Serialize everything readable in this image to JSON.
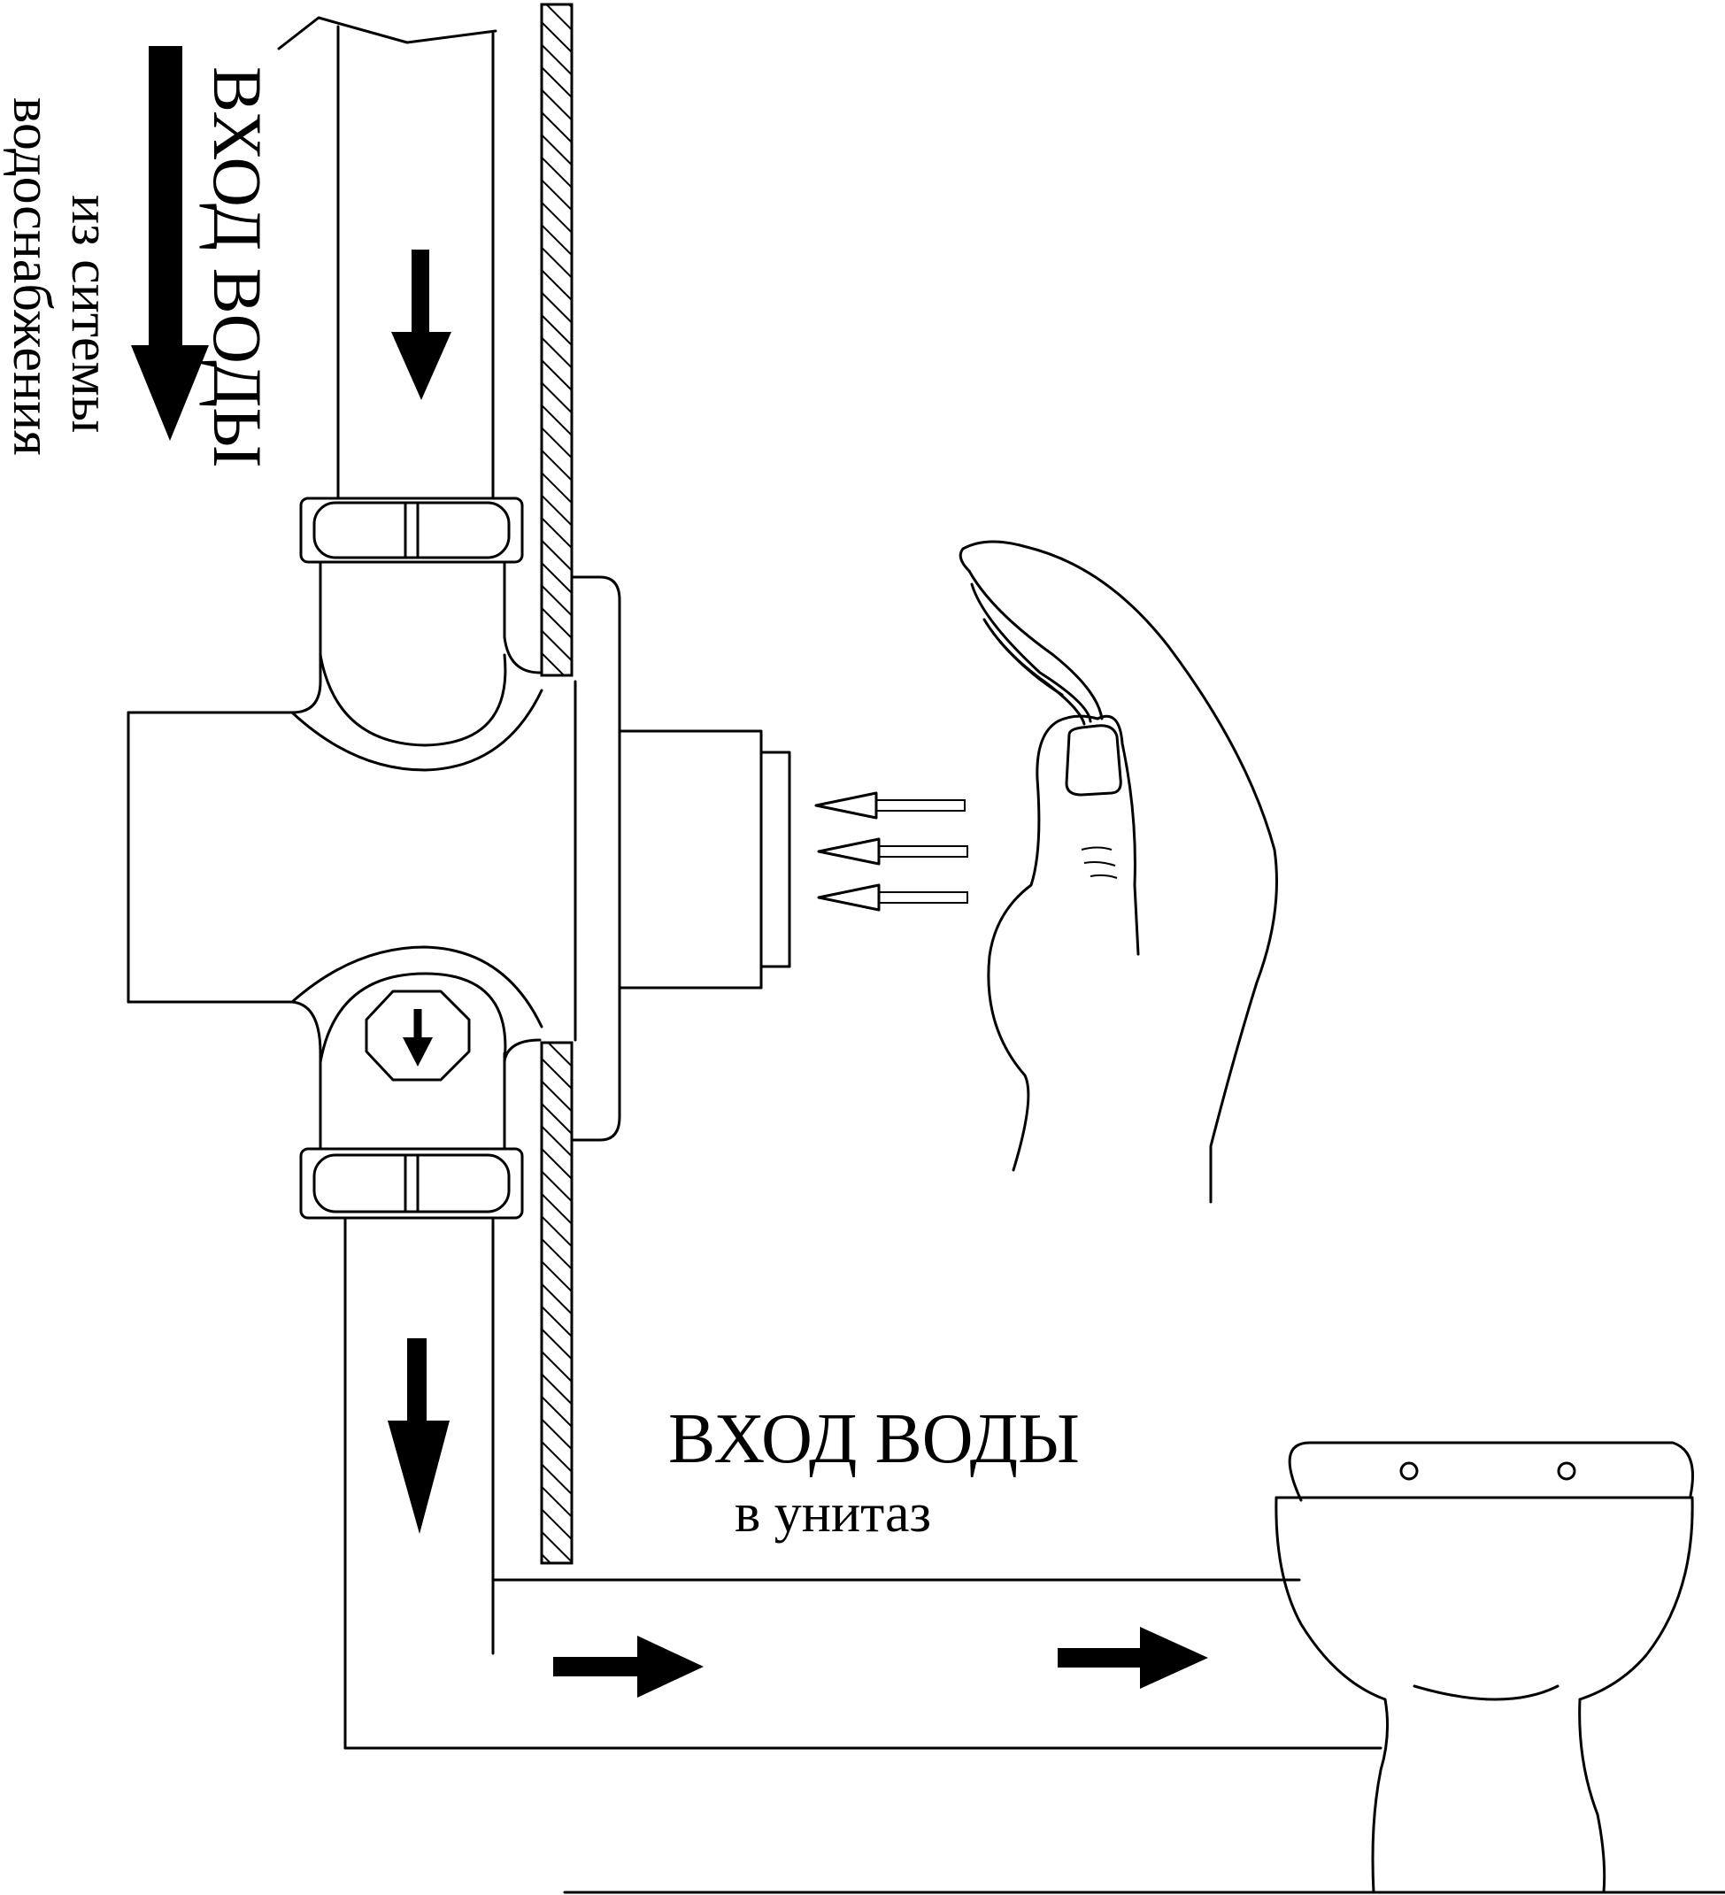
{
  "labels": {
    "inlet_title": "ВХОД ВОДЫ",
    "inlet_sub_1": "из ситемы",
    "inlet_sub_2": "водоснабжения",
    "outlet_title": "ВХОД ВОДЫ",
    "outlet_sub": "в унитаз"
  },
  "icons": {
    "hand": "hand-icon",
    "sensor_beam": "sensor-beam-icon",
    "toilet": "toilet-icon",
    "flow_arrow": "arrow-down-icon"
  }
}
